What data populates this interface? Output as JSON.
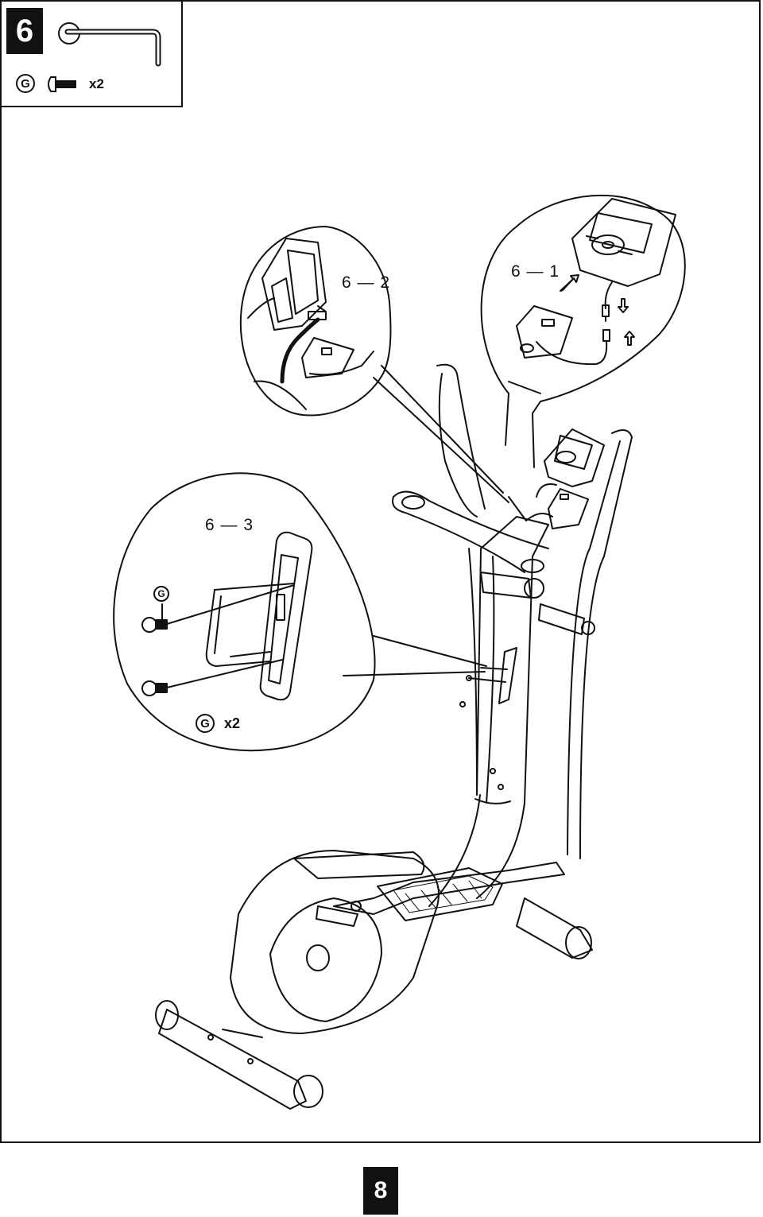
{
  "step": {
    "number": "6"
  },
  "hardware": {
    "letter": "G",
    "quantity": "x2",
    "tool": "allen-key",
    "bolt": "button-head-bolt"
  },
  "callouts": {
    "sub1": "6 — 1",
    "sub2": "6 — 2",
    "sub3": "6 — 3",
    "detail_letter": "G",
    "detail_quantity": "x2"
  },
  "page": {
    "number": "8"
  }
}
